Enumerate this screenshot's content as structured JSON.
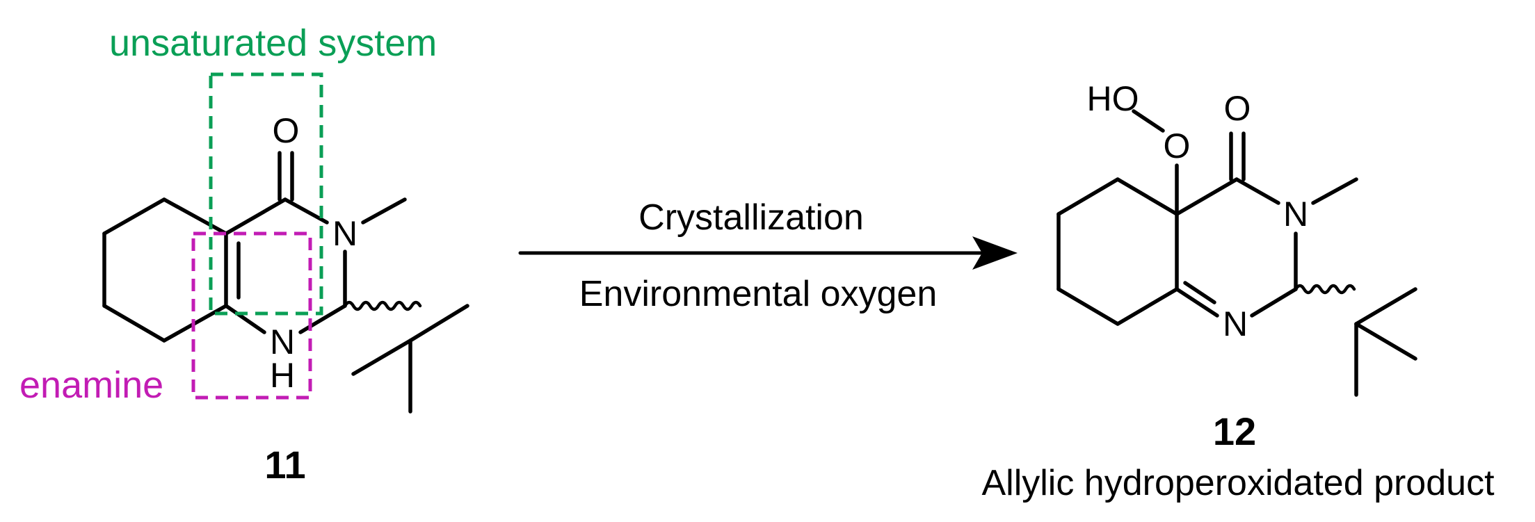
{
  "reactant": {
    "number": "11",
    "atoms": {
      "O": "O",
      "N_methyl": "N",
      "N_H": "N",
      "H": "H"
    },
    "highlights": {
      "unsaturated_system": {
        "label": "unsaturated system",
        "color": "#0a9f56"
      },
      "enamine": {
        "label": "enamine",
        "color": "#c21cb4"
      }
    }
  },
  "arrow": {
    "above": "Crystallization",
    "below": "Environmental oxygen"
  },
  "product": {
    "number": "12",
    "name": "Allylic hydroperoxidated product",
    "atoms": {
      "HO": "HO",
      "O_peroxide": "O",
      "O_carbonyl": "O",
      "N_methyl": "N",
      "N_imine": "N"
    }
  }
}
